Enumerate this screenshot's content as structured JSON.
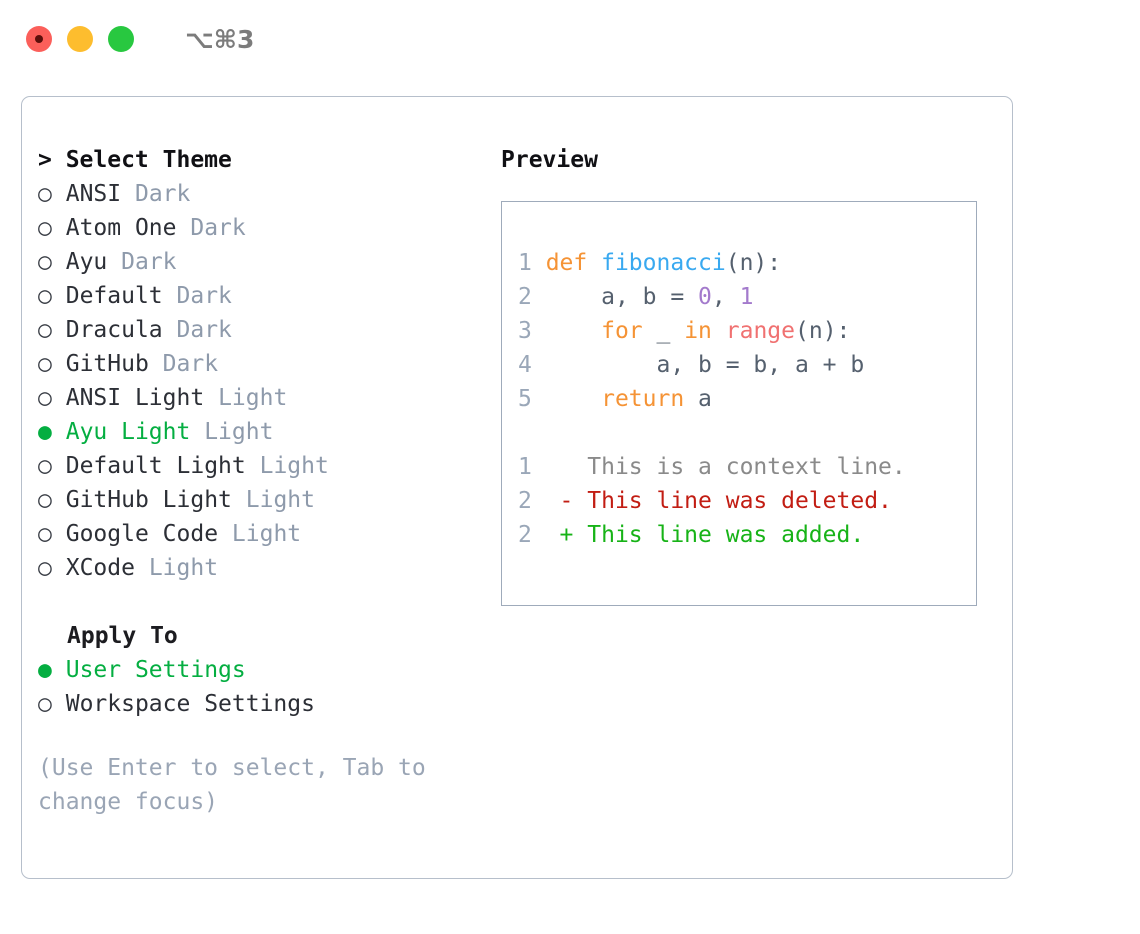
{
  "titlebar": {
    "shortcut": "⌥⌘3",
    "buttons": [
      {
        "name": "close",
        "color": "#fb5f5a"
      },
      {
        "name": "minimize",
        "color": "#fdbd2e"
      },
      {
        "name": "maximize",
        "color": "#28c840"
      }
    ]
  },
  "theme_list": {
    "heading": "> Select Theme",
    "items": [
      {
        "marker": "○",
        "name": "ANSI",
        "tag": "Dark",
        "selected": false
      },
      {
        "marker": "○",
        "name": "Atom One",
        "tag": "Dark",
        "selected": false
      },
      {
        "marker": "○",
        "name": "Ayu",
        "tag": "Dark",
        "selected": false
      },
      {
        "marker": "○",
        "name": "Default",
        "tag": "Dark",
        "selected": false
      },
      {
        "marker": "○",
        "name": "Dracula",
        "tag": "Dark",
        "selected": false
      },
      {
        "marker": "○",
        "name": "GitHub",
        "tag": "Dark",
        "selected": false
      },
      {
        "marker": "○",
        "name": "ANSI Light",
        "tag": "Light",
        "selected": false
      },
      {
        "marker": "●",
        "name": "Ayu Light",
        "tag": "Light",
        "selected": true
      },
      {
        "marker": "○",
        "name": "Default Light",
        "tag": "Light",
        "selected": false
      },
      {
        "marker": "○",
        "name": "GitHub Light",
        "tag": "Light",
        "selected": false
      },
      {
        "marker": "○",
        "name": "Google Code",
        "tag": "Light",
        "selected": false
      },
      {
        "marker": "○",
        "name": "XCode",
        "tag": "Light",
        "selected": false
      }
    ]
  },
  "apply_to": {
    "heading": "Apply To",
    "items": [
      {
        "marker": "●",
        "name": "User Settings",
        "selected": true
      },
      {
        "marker": "○",
        "name": "Workspace Settings",
        "selected": false
      }
    ]
  },
  "hint": "(Use Enter to select, Tab to change focus)",
  "preview": {
    "title": "Preview",
    "code_lines": [
      {
        "num": "1",
        "tokens": [
          {
            "text": "def ",
            "cls": "t-kw"
          },
          {
            "text": "fibonacci",
            "cls": "t-fn"
          },
          {
            "text": "(n):",
            "cls": "t-pl"
          }
        ]
      },
      {
        "num": "2",
        "tokens": [
          {
            "text": "    a, b = ",
            "cls": "t-pl"
          },
          {
            "text": "0",
            "cls": "t-num"
          },
          {
            "text": ", ",
            "cls": "t-pl"
          },
          {
            "text": "1",
            "cls": "t-num"
          }
        ]
      },
      {
        "num": "3",
        "tokens": [
          {
            "text": "    ",
            "cls": "t-pl"
          },
          {
            "text": "for",
            "cls": "t-kw"
          },
          {
            "text": " _ ",
            "cls": "t-pl"
          },
          {
            "text": "in",
            "cls": "t-kw"
          },
          {
            "text": " ",
            "cls": "t-pl"
          },
          {
            "text": "range",
            "cls": "t-call"
          },
          {
            "text": "(n):",
            "cls": "t-pl"
          }
        ]
      },
      {
        "num": "4",
        "tokens": [
          {
            "text": "        a, b = b, a + b",
            "cls": "t-pl"
          }
        ]
      },
      {
        "num": "5",
        "tokens": [
          {
            "text": "    ",
            "cls": "t-pl"
          },
          {
            "text": "return",
            "cls": "t-kw"
          },
          {
            "text": " a",
            "cls": "t-pl"
          }
        ]
      }
    ],
    "diff_lines": [
      {
        "num": "1",
        "tokens": [
          {
            "text": "   This is a context line.",
            "cls": "t-ctx"
          }
        ]
      },
      {
        "num": "2",
        "tokens": [
          {
            "text": " - This line was deleted.",
            "cls": "t-del"
          }
        ]
      },
      {
        "num": "2",
        "tokens": [
          {
            "text": " + This line was added.",
            "cls": "t-add"
          }
        ]
      }
    ]
  },
  "colors": {
    "accent_green": "#04ae41",
    "muted": "#8e9aab",
    "hint": "#9aa5b5",
    "border": "#b6bfcb",
    "preview_border": "#9fabbb",
    "keyword": "#f59335",
    "function": "#39a9f0",
    "number": "#a37acc",
    "call": "#f07171",
    "plain": "#55606e",
    "diff_context": "#8a8a8a",
    "diff_deleted": "#c21d13",
    "diff_added": "#17b317"
  }
}
